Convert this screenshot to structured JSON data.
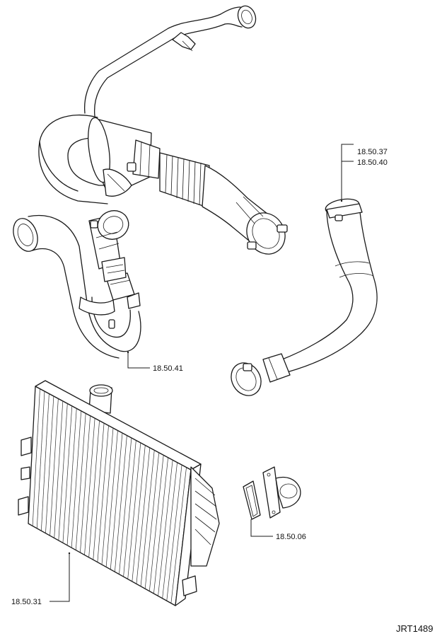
{
  "callouts": {
    "c_18_50_37": "18.50.37",
    "c_18_50_40": "18.50.40",
    "c_18_50_41": "18.50.41",
    "c_18_50_06": "18.50.06",
    "c_18_50_31": "18.50.31"
  },
  "drawing_ref": "JRT1489"
}
